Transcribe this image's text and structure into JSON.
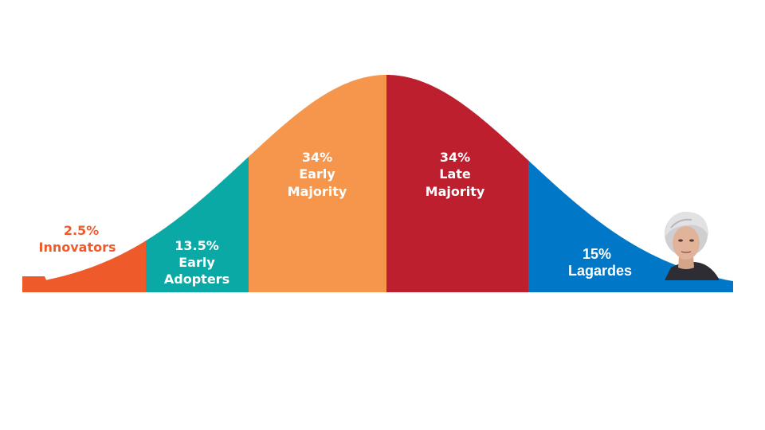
{
  "segments": [
    {
      "id": "innovators",
      "percent": "2.5%",
      "lines": [
        "Innovators"
      ],
      "color": "#ef5a2b",
      "text_color": "#ef5a2b"
    },
    {
      "id": "early-adopters",
      "percent": "13.5%",
      "lines": [
        "Early",
        "Adopters"
      ],
      "color": "#0ba9a6",
      "text_color": "#ffffff"
    },
    {
      "id": "early-majority",
      "percent": "34%",
      "lines": [
        "Early",
        "Majority"
      ],
      "color": "#f5964c",
      "text_color": "#ffffff"
    },
    {
      "id": "late-majority",
      "percent": "34%",
      "lines": [
        "Late",
        "Majority"
      ],
      "color": "#bd1f2f",
      "text_color": "#ffffff"
    },
    {
      "id": "lagardes",
      "percent": "15%",
      "lines": [
        "Lagardes"
      ],
      "color": "#0077c7",
      "text_color": "#ffffff"
    }
  ],
  "portrait": {
    "icon": "woman-portrait-icon"
  }
}
